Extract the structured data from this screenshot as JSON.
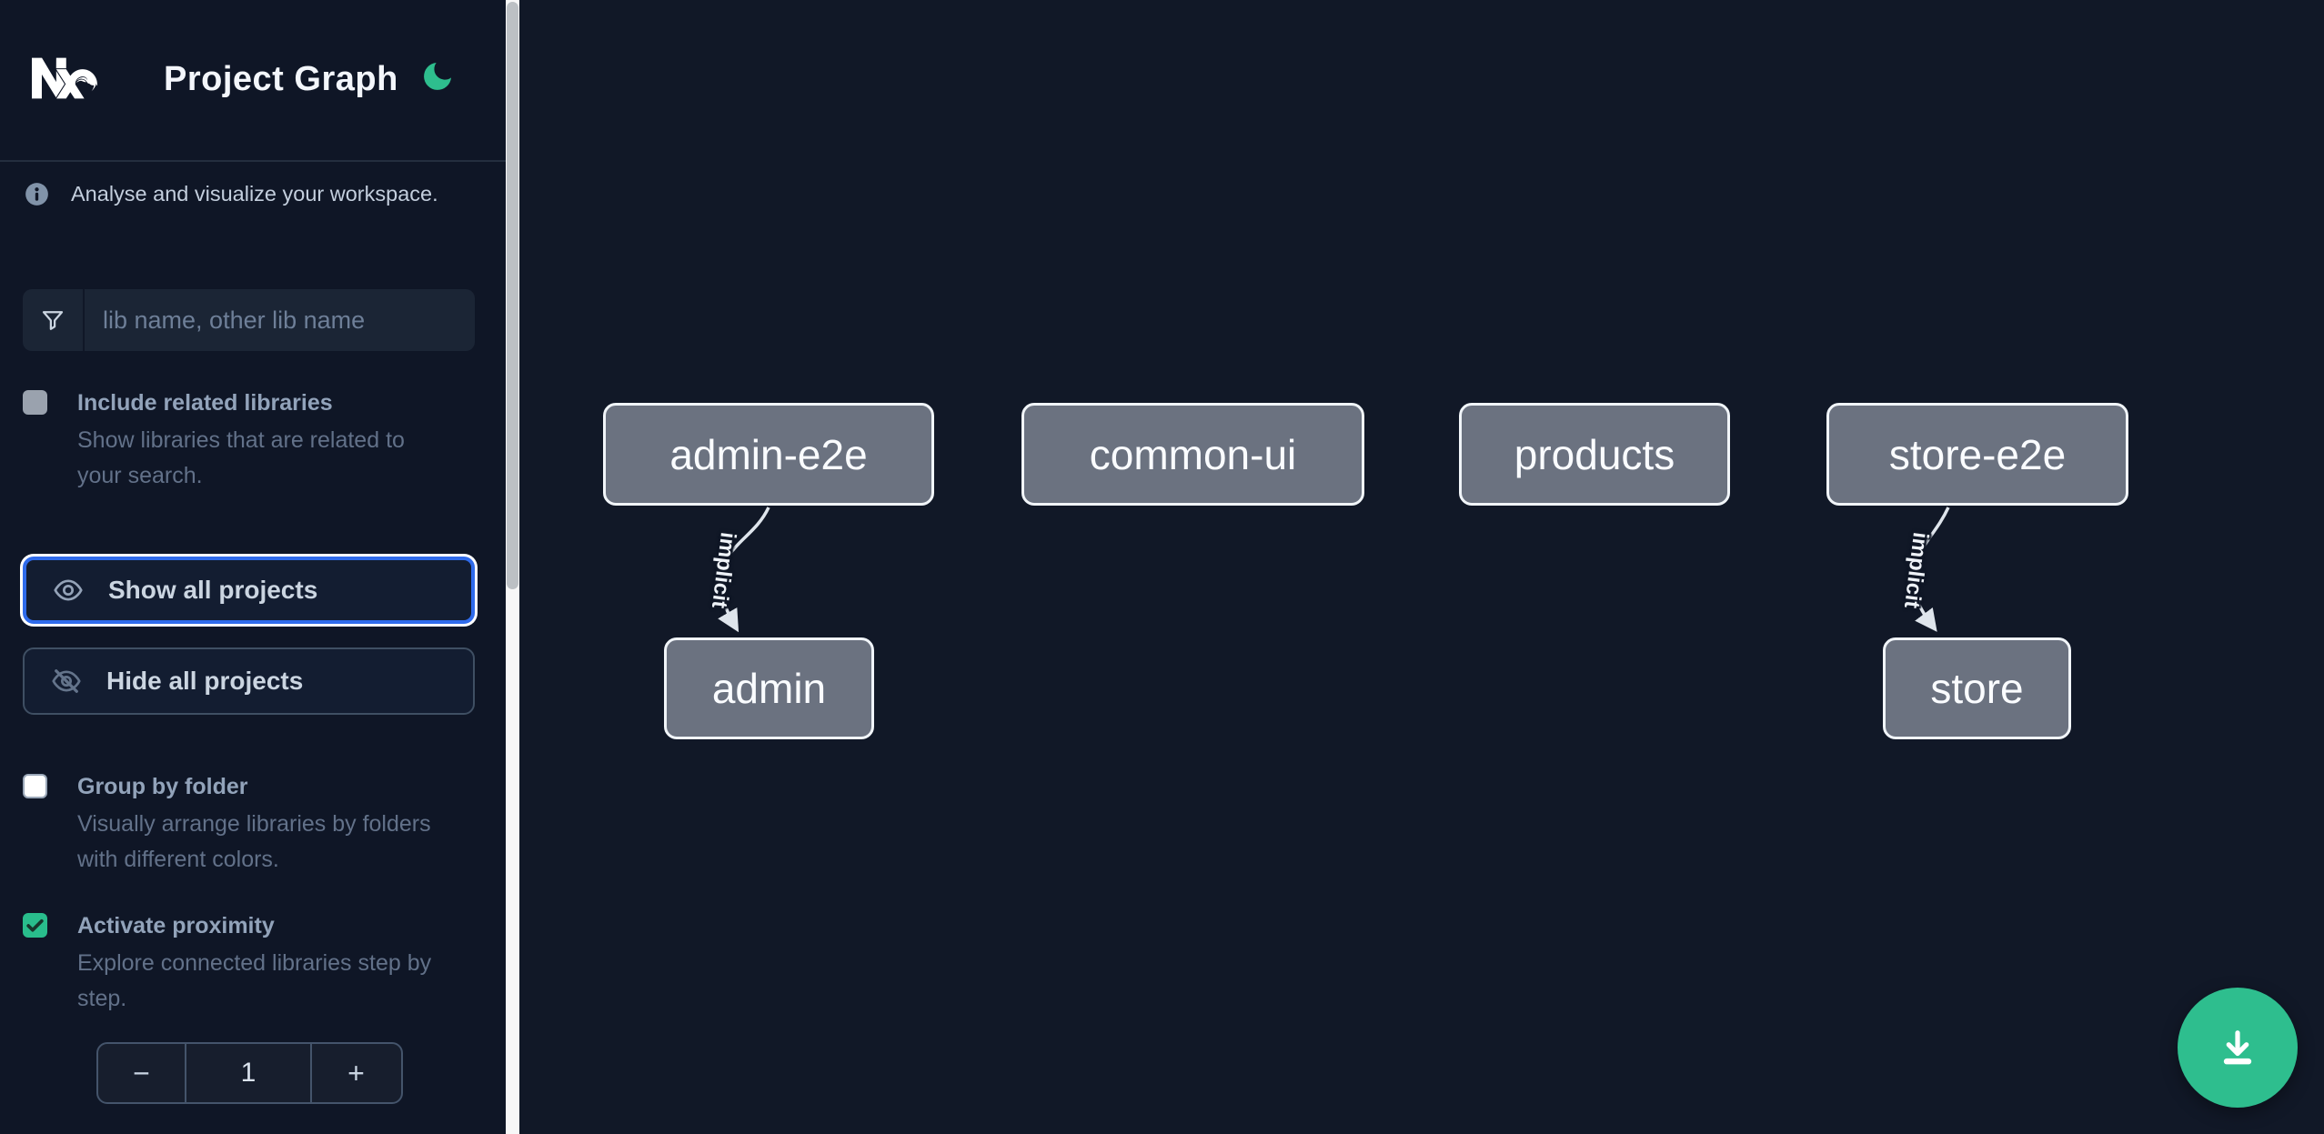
{
  "header": {
    "title": "Project Graph"
  },
  "sidebar": {
    "info_text": "Analyse and visualize your workspace.",
    "search_placeholder": "lib name, other lib name",
    "include_related": {
      "label": "Include related libraries",
      "description": "Show libraries that are related to your search.",
      "checked": false
    },
    "show_all_label": "Show all projects",
    "hide_all_label": "Hide all projects",
    "group_by_folder": {
      "label": "Group by folder",
      "description": "Visually arrange libraries by folders with different colors.",
      "checked": false
    },
    "activate_proximity": {
      "label": "Activate proximity",
      "description": "Explore connected libraries step by step.",
      "checked": true
    },
    "stepper": {
      "decrement": "−",
      "value": "1",
      "increment": "+"
    }
  },
  "graph": {
    "nodes": [
      {
        "label": "admin-e2e"
      },
      {
        "label": "common-ui"
      },
      {
        "label": "products"
      },
      {
        "label": "store-e2e"
      },
      {
        "label": "admin"
      },
      {
        "label": "store"
      }
    ],
    "edges": [
      {
        "from": "admin-e2e",
        "to": "admin",
        "label": "implicit"
      },
      {
        "from": "store-e2e",
        "to": "store",
        "label": "implicit"
      }
    ]
  },
  "colors": {
    "accent_green": "#2ebe8e",
    "focus_blue": "#2f6beb",
    "node_fill": "#6b7280",
    "background": "#111827",
    "sidebar_background": "#0f1626"
  }
}
